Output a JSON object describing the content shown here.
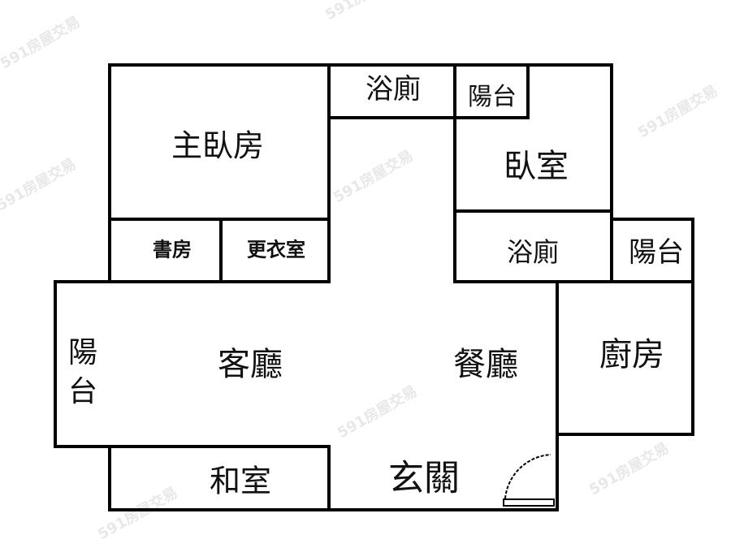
{
  "watermark": "591房屋交易",
  "rooms": {
    "master_bedroom": "主臥房",
    "bath_top": "浴廁",
    "balcony_top": "陽台",
    "bedroom": "臥室",
    "study": "書房",
    "closet": "更衣室",
    "bath_mid": "浴廁",
    "balcony_right": "陽台",
    "balcony_left_1": "陽",
    "balcony_left_2": "台",
    "living_room": "客廳",
    "dining_room": "餐廳",
    "kitchen": "廚房",
    "japanese_room": "和室",
    "entrance": "玄關"
  }
}
